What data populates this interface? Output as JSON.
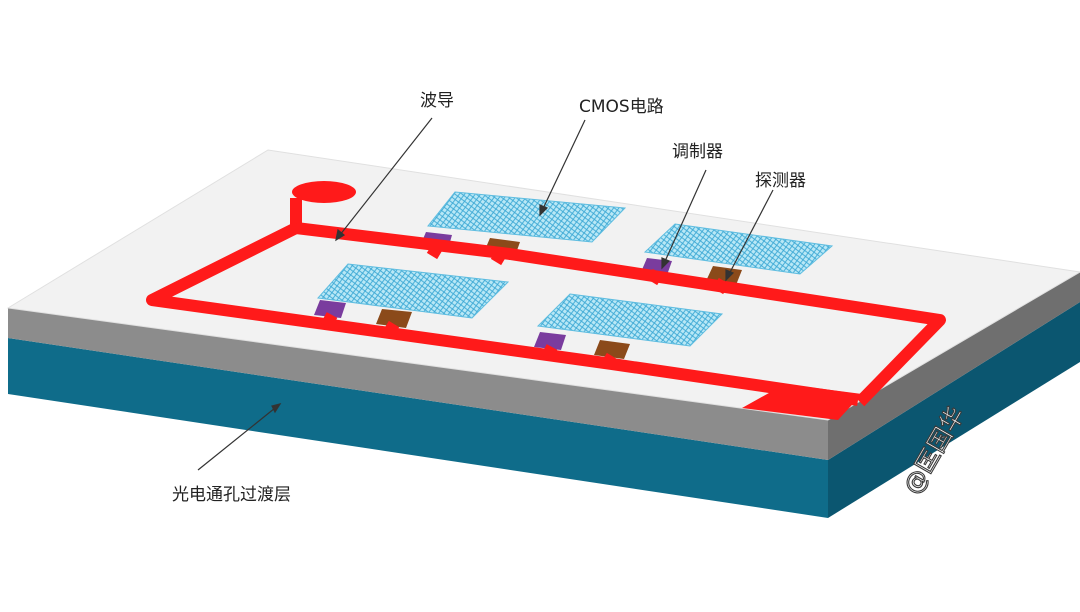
{
  "labels": {
    "waveguide": "波导",
    "cmos_circuit": "CMOS电路",
    "modulator": "调制器",
    "detector": "探测器",
    "via_layer": "光电通孔过渡层"
  },
  "watermark": "@匡国华",
  "colors": {
    "top_surface": "#f2f2f2",
    "front_gray": "#8c8c8c",
    "side_gray": "#6f6f6f",
    "base_front": "#0f6c8a",
    "base_side": "#0b5670",
    "waveguide": "#ff1a1a",
    "modulator": "#7a3c9e",
    "detector": "#8b4a1a",
    "cmos": "#8fd8ee"
  }
}
